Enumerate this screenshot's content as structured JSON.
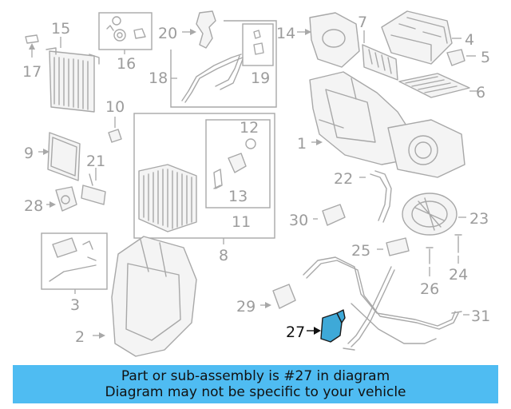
{
  "callouts": [
    {
      "id": "1",
      "label": "1"
    },
    {
      "id": "2",
      "label": "2"
    },
    {
      "id": "3",
      "label": "3"
    },
    {
      "id": "4",
      "label": "4"
    },
    {
      "id": "5",
      "label": "5"
    },
    {
      "id": "6",
      "label": "6"
    },
    {
      "id": "7",
      "label": "7"
    },
    {
      "id": "8",
      "label": "8"
    },
    {
      "id": "9",
      "label": "9"
    },
    {
      "id": "10",
      "label": "10"
    },
    {
      "id": "11",
      "label": "11"
    },
    {
      "id": "12",
      "label": "12"
    },
    {
      "id": "13",
      "label": "13"
    },
    {
      "id": "14",
      "label": "14"
    },
    {
      "id": "15",
      "label": "15"
    },
    {
      "id": "16",
      "label": "16"
    },
    {
      "id": "17",
      "label": "17"
    },
    {
      "id": "18",
      "label": "18"
    },
    {
      "id": "19",
      "label": "19"
    },
    {
      "id": "20",
      "label": "20"
    },
    {
      "id": "21",
      "label": "21"
    },
    {
      "id": "22",
      "label": "22"
    },
    {
      "id": "23",
      "label": "23"
    },
    {
      "id": "24",
      "label": "24"
    },
    {
      "id": "25",
      "label": "25"
    },
    {
      "id": "26",
      "label": "26"
    },
    {
      "id": "27",
      "label": "27"
    },
    {
      "id": "28",
      "label": "28"
    },
    {
      "id": "29",
      "label": "29"
    },
    {
      "id": "30",
      "label": "30"
    },
    {
      "id": "31",
      "label": "31"
    }
  ],
  "highlighted_part": "27",
  "colors": {
    "highlight_fill": "#3ea9d8",
    "banner_background": "#4fbcf2",
    "line_art": "#a8a8a8",
    "label_text": "#9c9c9c"
  },
  "banner": {
    "line1": "Part or sub-assembly is #27 in diagram",
    "line2": "Diagram may not be specific to your vehicle"
  }
}
